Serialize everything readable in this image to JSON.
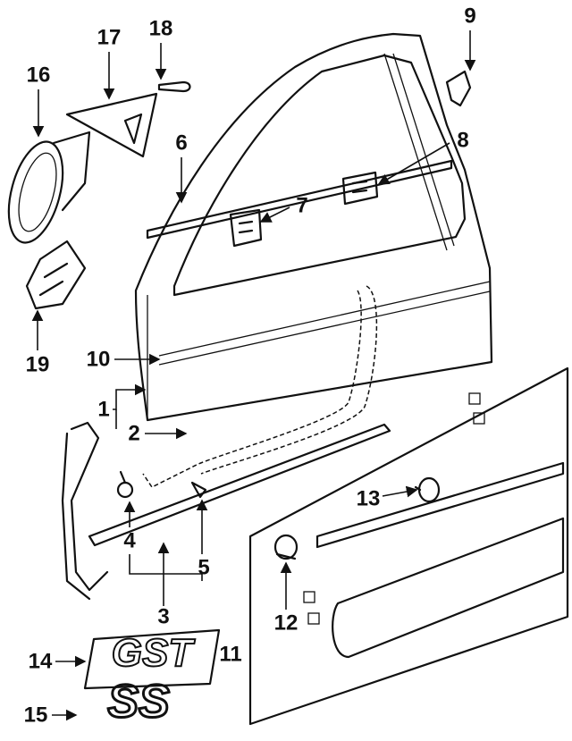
{
  "callouts": {
    "c1": "1",
    "c2": "2",
    "c3": "3",
    "c4": "4",
    "c5": "5",
    "c6": "6",
    "c7": "7",
    "c8": "8",
    "c9": "9",
    "c10": "10",
    "c11": "11",
    "c12": "12",
    "c13": "13",
    "c14": "14",
    "c15": "15",
    "c16": "16",
    "c17": "17",
    "c18": "18",
    "c19": "19"
  },
  "emblems": {
    "gst": "GST",
    "ss": "SS"
  }
}
